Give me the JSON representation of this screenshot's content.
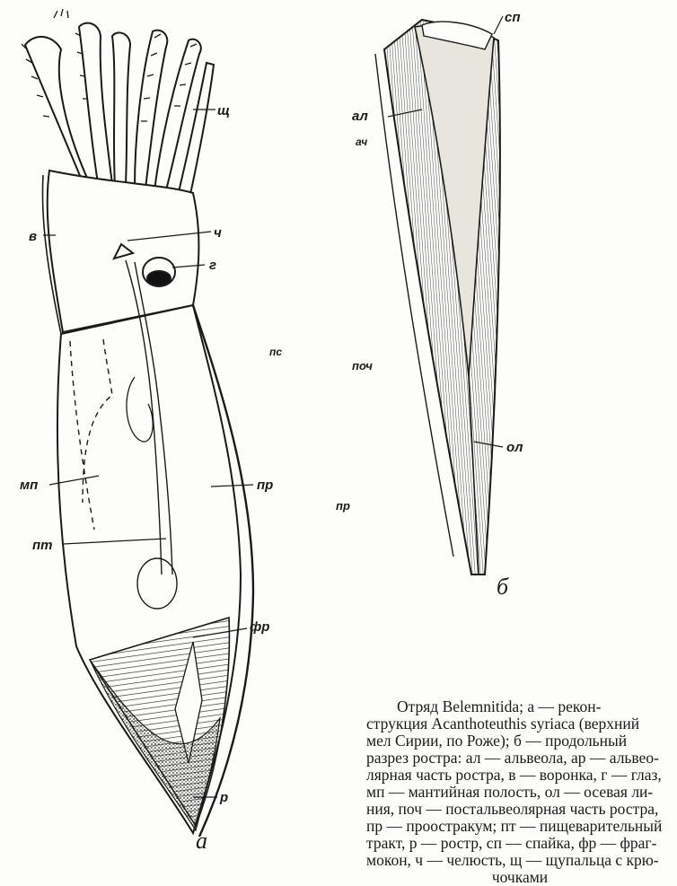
{
  "figure_a": {
    "panel_letter": "а",
    "labels": {
      "shch": "щ",
      "v": "в",
      "ch": "ч",
      "g": "г",
      "mp": "мп",
      "pr": "пр",
      "pt": "пт",
      "fr": "фр",
      "r": "р",
      "stray": "пс"
    }
  },
  "figure_b": {
    "panel_letter": "б",
    "labels": {
      "sp": "сп",
      "al": "ал",
      "ach": "ач",
      "poch": "поч",
      "ol": "ол",
      "pr": "пр"
    }
  },
  "caption": {
    "lines": [
      "Отряд Belemnitida; а — рекон-",
      "струкция Acanthoteuthis syriaca (верхний",
      "мел Сирии, по Роже); б — продольный",
      "разрез ростра: ал — альвеола, ар — альвео-",
      "лярная часть ростра, в — воронка, г — глаз,",
      "мп — мантийная полость, ол — осевая ли-",
      "ния, поч — постальвеолярная часть ростра,",
      "пр — проостракум; пт — пищеварительный",
      "тракт, р — ростр, сп — спайка, фр — фраг-",
      "мокон, ч — челюсть, щ — щупальца с крю-"
    ],
    "last_line": "чочками"
  }
}
